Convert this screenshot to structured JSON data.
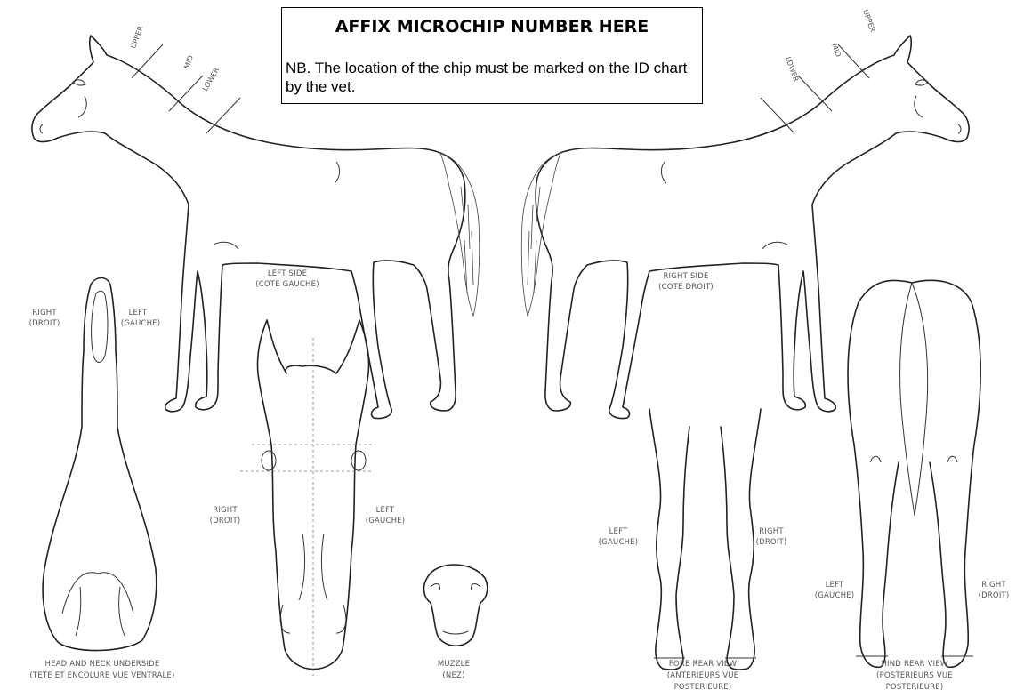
{
  "chip_box": {
    "title": "AFFIX MICROCHIP NUMBER HERE",
    "note": "NB. The location of the chip must be marked on the ID chart by the vet."
  },
  "neck_segments": {
    "upper": "UPPER",
    "mid": "MID",
    "lower": "LOWER"
  },
  "left_side": {
    "line1": "LEFT SIDE",
    "line2": "(COTE GAUCHE)"
  },
  "right_side": {
    "line1": "RIGHT SIDE",
    "line2": "(COTE DROIT)"
  },
  "underside": {
    "right1": "RIGHT",
    "right2": "(DROIT)",
    "left1": "LEFT",
    "left2": "(GAUCHE)",
    "caption1": "HEAD AND NECK UNDERSIDE",
    "caption2": "(TETE ET ENCOLURE VUE VENTRALE)"
  },
  "face": {
    "right1": "RIGHT",
    "right2": "(DROIT)",
    "left1": "LEFT",
    "left2": "(GAUCHE)"
  },
  "muzzle": {
    "caption1": "MUZZLE",
    "caption2": "(NEZ)"
  },
  "fore_rear": {
    "left1": "LEFT",
    "left2": "(GAUCHE)",
    "right1": "RIGHT",
    "right2": "(DROIT)",
    "caption1": "FORE REAR VIEW",
    "caption2": "(ANTERIEURS VUE",
    "caption3": "POSTERIEURE)"
  },
  "hind_rear": {
    "left1": "LEFT",
    "left2": "(GAUCHE)",
    "right1": "RIGHT",
    "right2": "(DROIT)",
    "caption1": "HIND REAR VIEW",
    "caption2": "(POSTERIEURS VUE",
    "caption3": "POSTERIEURE)"
  }
}
